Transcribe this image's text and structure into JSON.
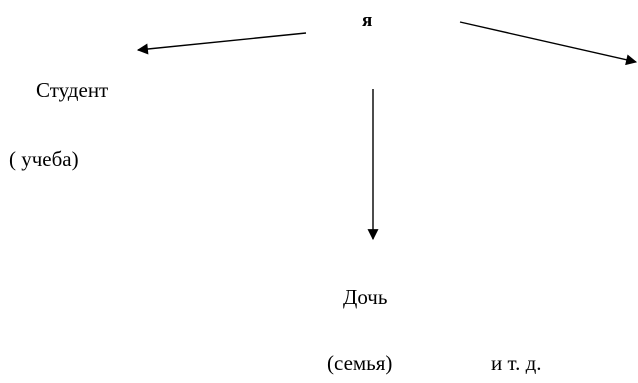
{
  "diagram": {
    "center": {
      "label": "я"
    },
    "branches": [
      {
        "label": "Студент",
        "note": "( учеба)"
      },
      {
        "label": "Дочь",
        "note": "(семья)"
      },
      {
        "label": ""
      }
    ],
    "continuation": "и т. д.",
    "colors": {
      "ink": "#000000",
      "background": "#ffffff"
    }
  }
}
